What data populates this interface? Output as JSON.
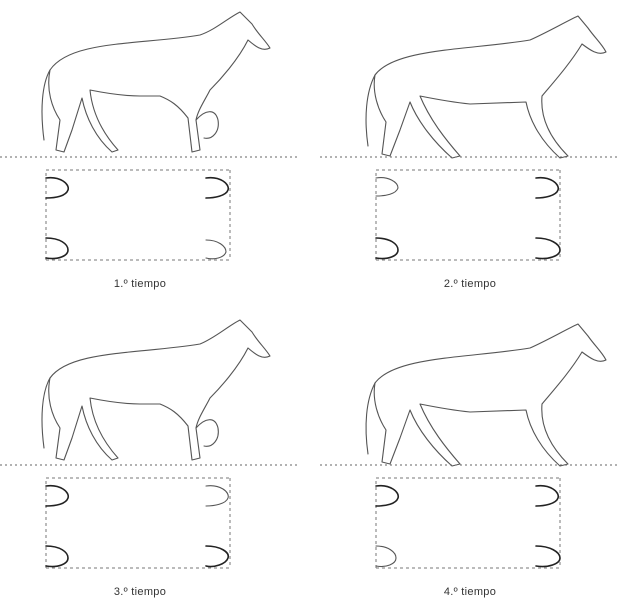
{
  "panels": [
    {
      "id": "1",
      "caption": "1.º tiempo"
    },
    {
      "id": "2",
      "caption": "2.º tiempo"
    },
    {
      "id": "3",
      "caption": "3.º tiempo"
    },
    {
      "id": "4",
      "caption": "4.º tiempo"
    }
  ]
}
